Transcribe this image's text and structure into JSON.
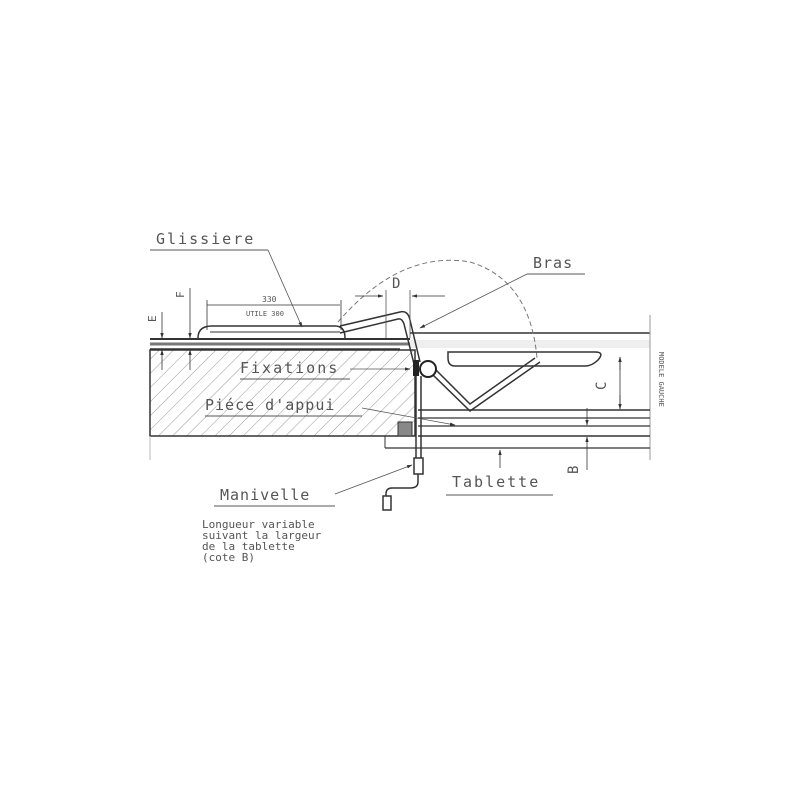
{
  "diagram": {
    "title": "",
    "labels": {
      "glissiere": "Glissiere",
      "bras": "Bras",
      "fixations": "Fixations",
      "piece_appui": "Piéce d'appui",
      "manivelle": "Manivelle",
      "tablette": "Tablette",
      "note_line1": "Longueur variable",
      "note_line2": "suivant la largeur",
      "note_line3": "de la tablette",
      "note_line4": "(cote B)",
      "modele": "MODELE GAUCHE"
    },
    "dimensions": {
      "length_total": "330",
      "length_useful": "UTILE 300",
      "dim_b": "B",
      "dim_c": "C",
      "dim_d": "D",
      "dim_e": "E",
      "dim_f": "F"
    },
    "colors": {
      "line": "#333333",
      "text": "#555555",
      "hatch": "#888888",
      "light": "#bbbbbb"
    }
  }
}
